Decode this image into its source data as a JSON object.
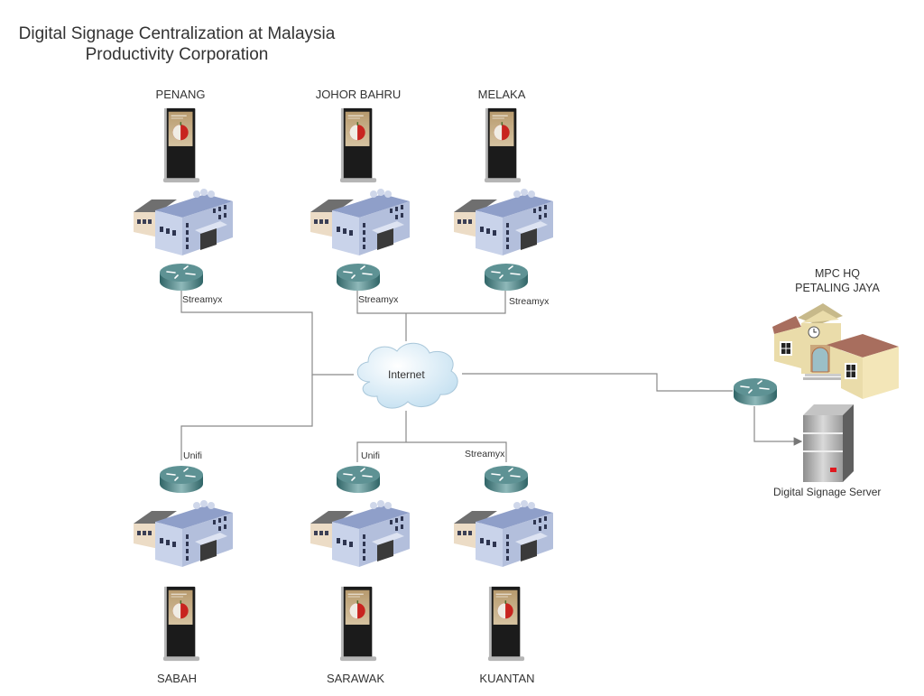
{
  "title": {
    "line1": "Digital Signage Centralization at Malaysia",
    "line2": "Productivity Corporation"
  },
  "cloud": {
    "label": "Internet",
    "icon": "cloud-icon"
  },
  "branches_top": [
    {
      "name": "PENANG",
      "connection": "Streamyx"
    },
    {
      "name": "JOHOR BAHRU",
      "connection": "Streamyx"
    },
    {
      "name": "MELAKA",
      "connection": "Streamyx"
    }
  ],
  "branches_bottom": [
    {
      "name": "SABAH",
      "connection": "Unifi"
    },
    {
      "name": "SARAWAK",
      "connection": "Unifi"
    },
    {
      "name": "KUANTAN",
      "connection": "Streamyx"
    }
  ],
  "hq": {
    "line1": "MPC HQ",
    "line2": "PETALING JAYA"
  },
  "server": {
    "label": "Digital Signage Server"
  },
  "colors": {
    "line": "#8a8a8a",
    "router": "#3f7a7c",
    "cloud": "#d9ecf7",
    "building_front": "#c9d3ea",
    "hq_wall": "#eadcaa",
    "hq_roof": "#a86e5e"
  }
}
